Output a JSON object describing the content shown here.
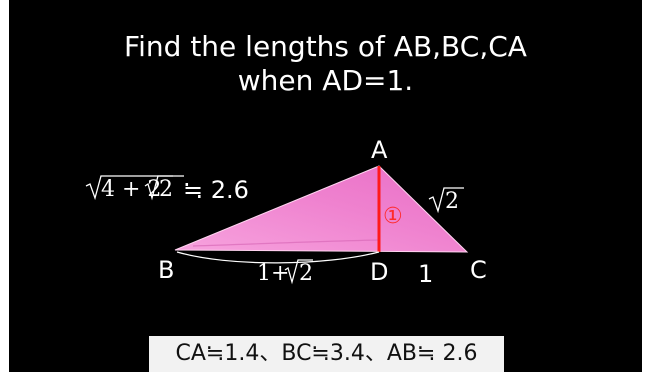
{
  "title": {
    "line1": "Find the lengths of AB,BC,CA",
    "line2": "when AD=1."
  },
  "diagram": {
    "points": {
      "a": "A",
      "b": "B",
      "c": "C",
      "d": "D"
    },
    "ab_length_label": "√4 + 2√2 ≒ 2.6",
    "ab_radicand": "4 + 2",
    "ab_inner_radicand": "2",
    "ab_approx": "≒ 2.6",
    "ca_length_label": "√2",
    "ca_radicand": "2",
    "ad_length_label": "①",
    "bd_length_label": "1+√2",
    "bd_prefix": "1+",
    "bd_radicand": "2",
    "dc_length_label": "1"
  },
  "answer": {
    "text": "CA≒1.4、BC≒3.4、AB≒ 2.6"
  },
  "colors": {
    "background": "#000000",
    "triangle_fill": "#f38cd6",
    "triangle_edge": "#ffffff",
    "height_line": "#ff1a1a",
    "answer_background": "#f2f2f2"
  }
}
